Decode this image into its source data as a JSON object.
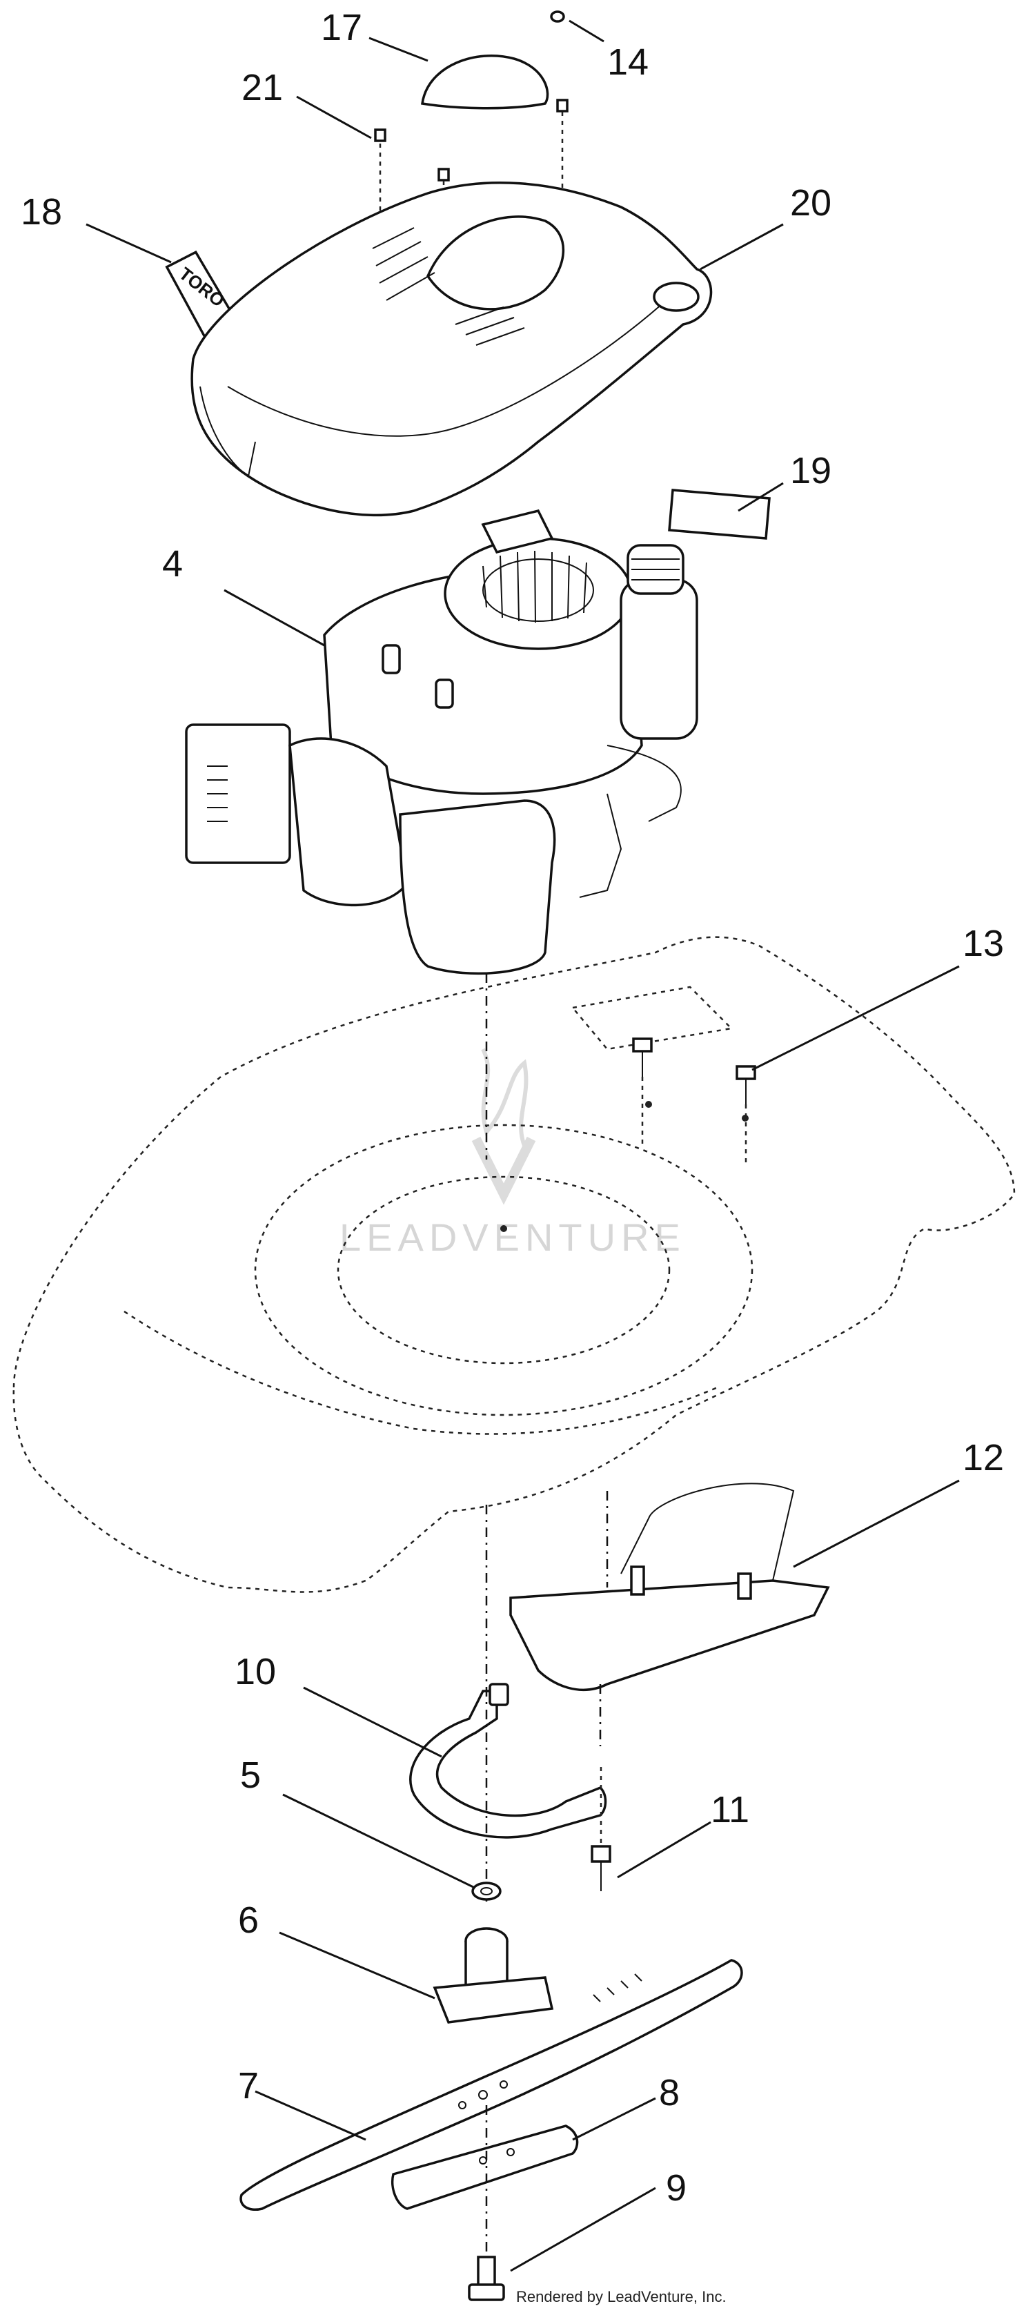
{
  "diagram": {
    "callouts": [
      "17",
      "14",
      "21",
      "18",
      "20",
      "19",
      "4",
      "13",
      "12",
      "10",
      "5",
      "11",
      "6",
      "7",
      "8",
      "9"
    ],
    "decal_text": "TORO",
    "watermark": "LEADVENTURE",
    "credit": "Rendered by LeadVenture, Inc."
  }
}
